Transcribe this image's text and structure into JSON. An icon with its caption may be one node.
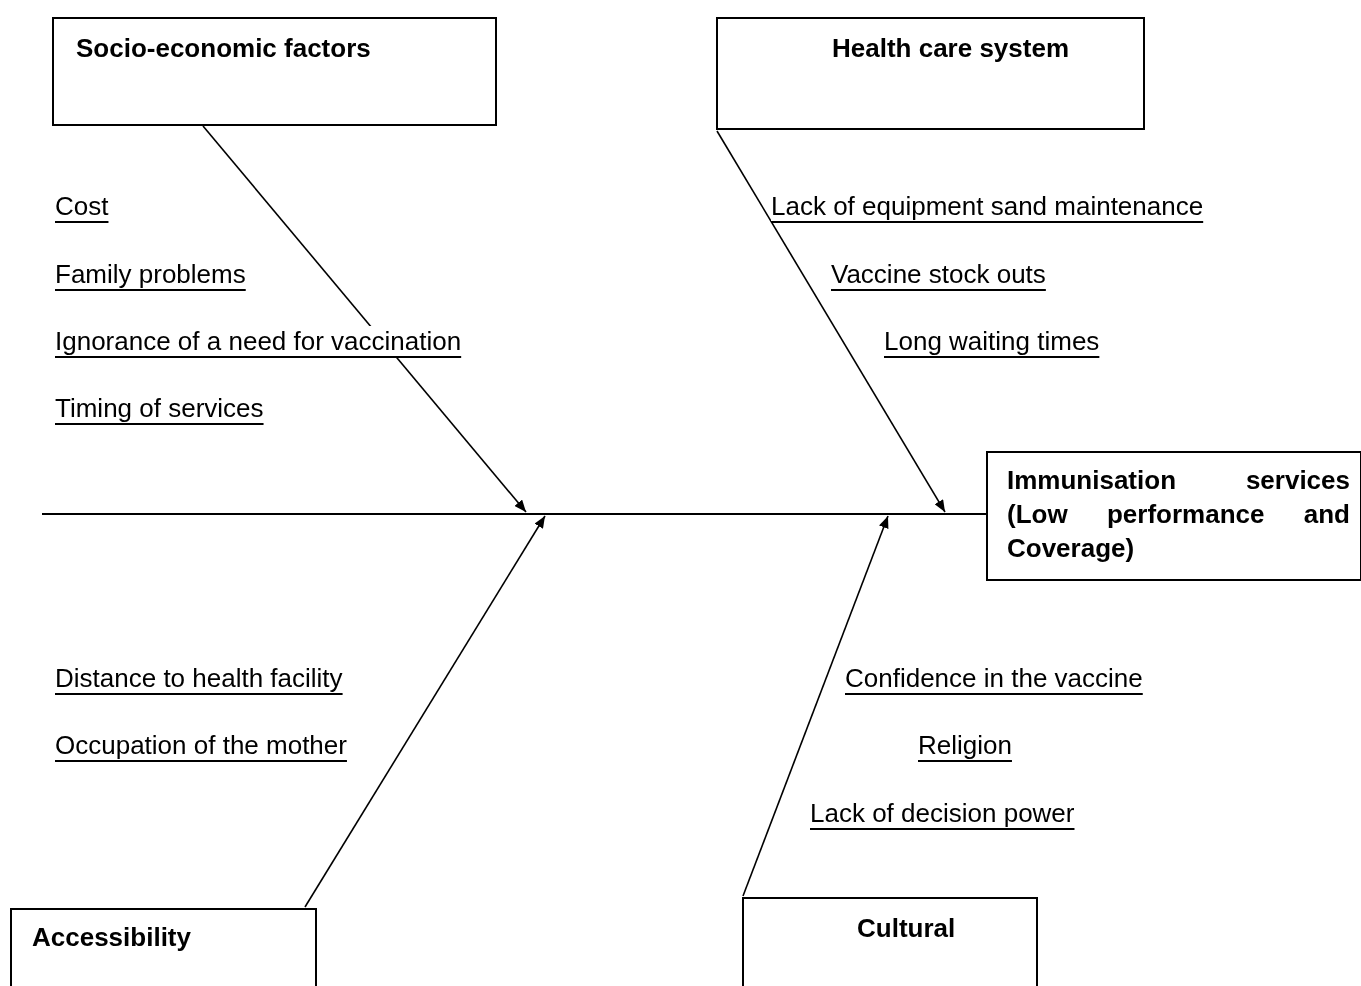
{
  "diagram": {
    "nodes": [
      {
        "text": [
          "Socio-economic factors"
        ]
      },
      {
        "text": [
          "Health care system"
        ]
      },
      {
        "text": [
          "Immunisation services (Low performance and Coverage)"
        ]
      },
      {
        "text": [
          "Accessibility"
        ]
      },
      {
        "text": [
          "Cultural"
        ]
      },
      {
        "text": [],
        "shape": "bar"
      }
    ],
    "edges": [
      {
        "from": 0,
        "to": 5,
        "arrow": "to"
      },
      {
        "from": 1,
        "to": 5,
        "arrow": "to"
      },
      {
        "from": 3,
        "to": 5,
        "arrow": "to"
      },
      {
        "from": 4,
        "to": 5,
        "arrow": "to"
      }
    ],
    "labels": [
      "Cost",
      "Lack of equipment sand maintenance",
      "Family problems",
      "Vaccine stock outs",
      "Ignorance of a need for vaccination",
      "Long waiting times",
      "Timing of services",
      "Distance to health facility",
      "Confidence in the vaccine",
      "Occupation of the mother",
      "Religion",
      "Lack of decision power"
    ]
  }
}
